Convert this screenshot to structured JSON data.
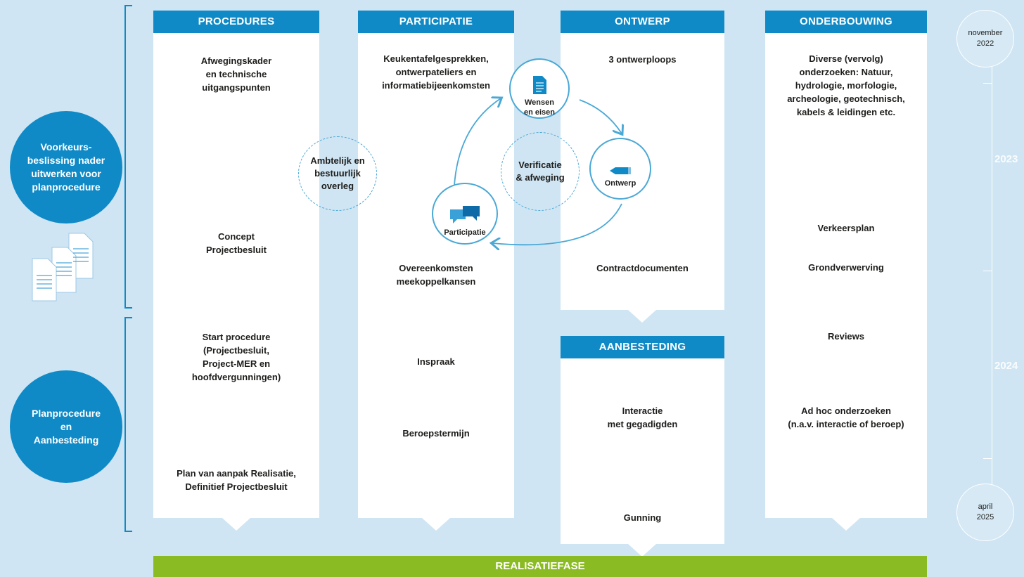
{
  "columns": {
    "procedures": {
      "title": "PROCEDURES",
      "items": [
        "Afwegingskader\nen technische\nuitgangspunten",
        "Concept\nProjectbesluit",
        "Start procedure\n(Projectbesluit,\nProject-MER en\nhoofdvergunningen)",
        "Plan van aanpak Realisatie,\nDefinitief Projectbesluit"
      ]
    },
    "participatie": {
      "title": "PARTICIPATIE",
      "items": [
        "Keukentafelgesprekken,\nontwerpateliers en\ninformatiebijeenkomsten",
        "Overeenkomsten\nmeekoppelkansen",
        "Inspraak",
        "Beroepstermijn"
      ]
    },
    "ontwerp": {
      "title": "ONTWERP",
      "items": [
        "3 ontwerploops",
        "Contractdocumenten"
      ]
    },
    "aanbesteding": {
      "title": "AANBESTEDING",
      "items": [
        "Interactie\nmet gegadigden",
        "Gunning"
      ]
    },
    "onderbouwing": {
      "title": "ONDERBOUWING",
      "items": [
        "Diverse (vervolg)\nonderzoeken: Natuur,\nhydrologie, morfologie,\narcheologie, geotechnisch,\nkabels & leidingen etc.",
        "Verkeersplan",
        "Grondverwerving",
        "Reviews",
        "Ad hoc onderzoeken\n(n.a.v. interactie of beroep)"
      ]
    }
  },
  "phases": {
    "phase1": "Voorkeurs-\nbeslissing nader\nuitwerken voor\nplanprocedure",
    "phase2": "Planprocedure\nen\nAanbesteding"
  },
  "cycle": {
    "wensen": "Wensen\nen eisen",
    "ontwerp": "Ontwerp",
    "participatie": "Participatie",
    "center": "Verificatie\n& afweging",
    "overleg": "Ambtelijk en\nbestuurlijk\noverleg"
  },
  "timeline": {
    "start": "november\n2022",
    "end": "april\n2025",
    "years": [
      "2023",
      "2024"
    ]
  },
  "footer": "REALISATIEFASE",
  "colors": {
    "background": "#cfe5f3",
    "accent_blue": "#0f8ac6",
    "footer_green": "#8bbb22",
    "column": "#ffffff"
  }
}
